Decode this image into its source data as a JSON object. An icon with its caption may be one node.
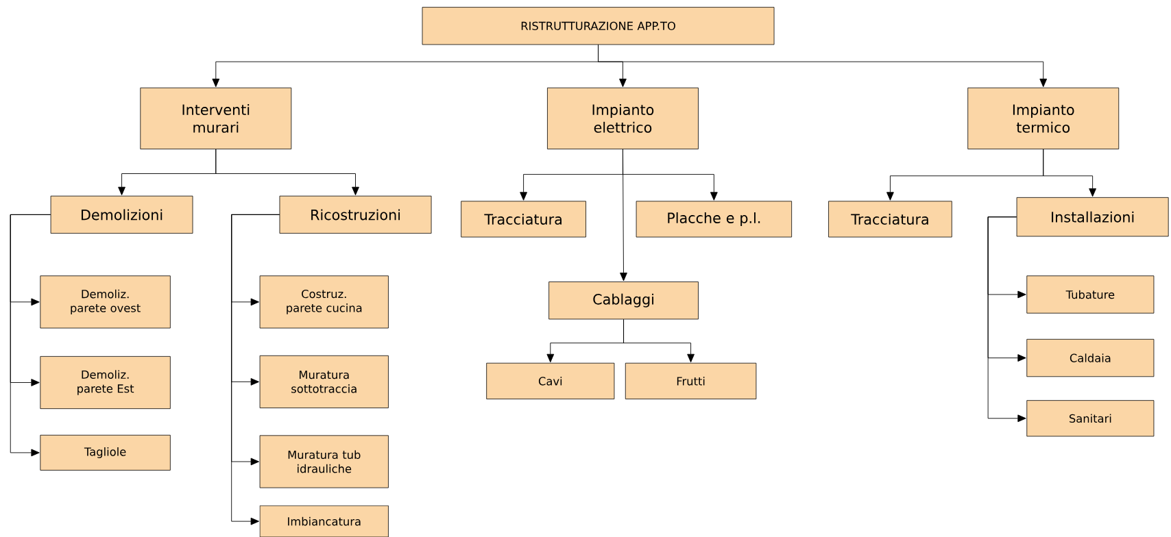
{
  "diagram": {
    "nodes": [
      {
        "text": [
          "RISTRUTTURAZIONE APP.TO"
        ]
      },
      {
        "text": [
          "Interventi murari"
        ]
      },
      {
        "text": [
          "Impianto elettrico"
        ]
      },
      {
        "text": [
          "Impianto termico"
        ]
      },
      {
        "text": [
          "Demolizioni"
        ]
      },
      {
        "text": [
          "Ricostruzioni"
        ]
      },
      {
        "text": [
          "Tracciatura"
        ]
      },
      {
        "text": [
          "Placche e p.l."
        ]
      },
      {
        "text": [
          "Cablaggi"
        ]
      },
      {
        "text": [
          "Cavi"
        ]
      },
      {
        "text": [
          "Frutti"
        ]
      },
      {
        "text": [
          "Tracciatura"
        ]
      },
      {
        "text": [
          "Installazioni"
        ]
      },
      {
        "text": [
          "Demoliz. parete ovest"
        ]
      },
      {
        "text": [
          "Demoliz. parete Est"
        ]
      },
      {
        "text": [
          "Tagliole"
        ]
      },
      {
        "text": [
          "Costruz. parete cucina"
        ]
      },
      {
        "text": [
          "Muratura sottotraccia"
        ]
      },
      {
        "text": [
          "Muratura tub idrauliche"
        ]
      },
      {
        "text": [
          "Imbiancatura"
        ]
      },
      {
        "text": [
          "Tubature"
        ]
      },
      {
        "text": [
          "Caldaia"
        ]
      },
      {
        "text": [
          "Sanitari"
        ]
      }
    ],
    "edges": [
      {
        "from": 0,
        "to": 1,
        "arrow": "to"
      },
      {
        "from": 0,
        "to": 2,
        "arrow": "to"
      },
      {
        "from": 0,
        "to": 3,
        "arrow": "to"
      },
      {
        "from": 1,
        "to": 4,
        "arrow": "to"
      },
      {
        "from": 1,
        "to": 5,
        "arrow": "to"
      },
      {
        "from": 2,
        "to": 6,
        "arrow": "to"
      },
      {
        "from": 2,
        "to": 7,
        "arrow": "to"
      },
      {
        "from": 2,
        "to": 8,
        "arrow": "to"
      },
      {
        "from": 8,
        "to": 9,
        "arrow": "to"
      },
      {
        "from": 8,
        "to": 10,
        "arrow": "to"
      },
      {
        "from": 3,
        "to": 11,
        "arrow": "to"
      },
      {
        "from": 3,
        "to": 12,
        "arrow": "to"
      },
      {
        "from": 4,
        "to": 13,
        "arrow": "to"
      },
      {
        "from": 4,
        "to": 14,
        "arrow": "to"
      },
      {
        "from": 4,
        "to": 15,
        "arrow": "to"
      },
      {
        "from": 5,
        "to": 16,
        "arrow": "to"
      },
      {
        "from": 5,
        "to": 17,
        "arrow": "to"
      },
      {
        "from": 5,
        "to": 18,
        "arrow": "to"
      },
      {
        "from": 5,
        "to": 19,
        "arrow": "to"
      },
      {
        "from": 12,
        "to": 20,
        "arrow": "to"
      },
      {
        "from": 12,
        "to": 21,
        "arrow": "to"
      },
      {
        "from": 12,
        "to": 22,
        "arrow": "to"
      }
    ]
  }
}
